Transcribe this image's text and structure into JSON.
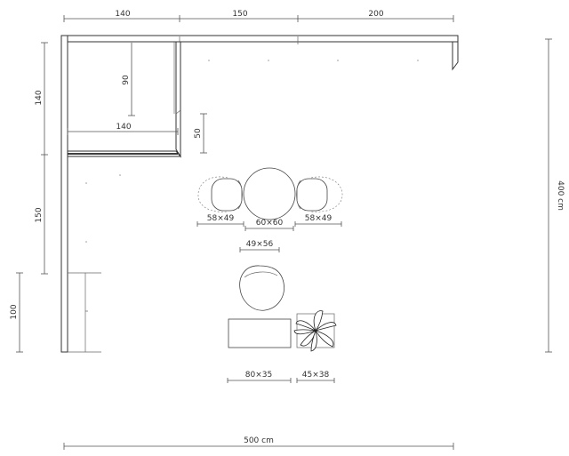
{
  "dimensions": {
    "top_1": "140",
    "top_2": "150",
    "top_3": "200",
    "left_1": "140",
    "left_2": "150",
    "left_3": "100",
    "inner_90": "90",
    "inner_140": "140",
    "inner_50": "50",
    "right_total": "400 cm",
    "bottom_total": "500 cm"
  },
  "furniture": {
    "chair_left": "58×49",
    "table": "60×60",
    "chair_right": "58×49",
    "armchair": "49×56",
    "bench": "80×35",
    "plant": "45×38"
  }
}
